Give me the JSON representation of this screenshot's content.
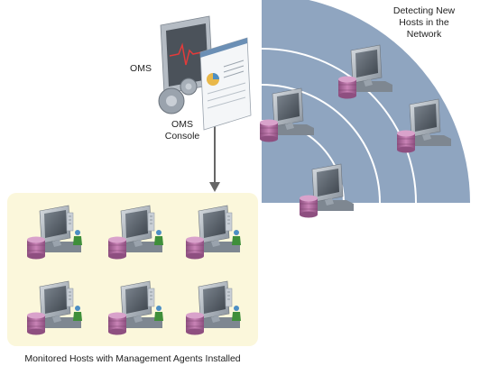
{
  "labels": {
    "detecting": "Detecting New Hosts in the Network",
    "oms": "OMS",
    "oms_console": "OMS Console",
    "monitored": "Monitored Hosts with Management Agents Installed"
  },
  "colors": {
    "network_fan": "#8fa5c0",
    "ring": "#ffffff",
    "monitored_panel": "#fbf7db",
    "monitor_frame": "#9aa3ad",
    "monitor_screen": "#5d6570",
    "database": "#b46aa0",
    "arrow": "#666666",
    "agent": "#3f8f3a"
  },
  "icons": {
    "server": "oms-server-icon",
    "console": "oms-console-window-icon",
    "host": "host-workstation-icon",
    "database": "database-icon",
    "agent": "management-agent-icon"
  }
}
